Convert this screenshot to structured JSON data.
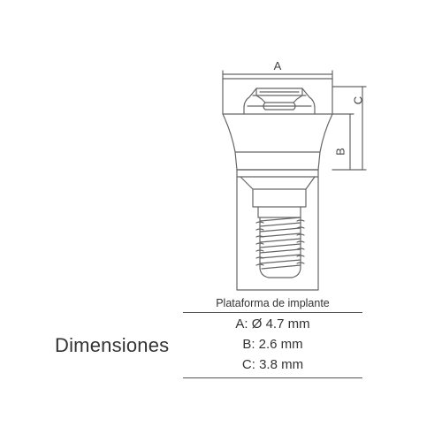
{
  "drawing": {
    "labels": {
      "A": "A",
      "B": "B",
      "C": "C"
    },
    "line_color": "#666666"
  },
  "specs": {
    "header": "Plataforma de implante",
    "title": "Dimensiones",
    "rows": [
      {
        "text": "A: Ø 4.7 mm"
      },
      {
        "text": "B: 2.6 mm"
      },
      {
        "text": "C: 3.8 mm"
      }
    ]
  }
}
